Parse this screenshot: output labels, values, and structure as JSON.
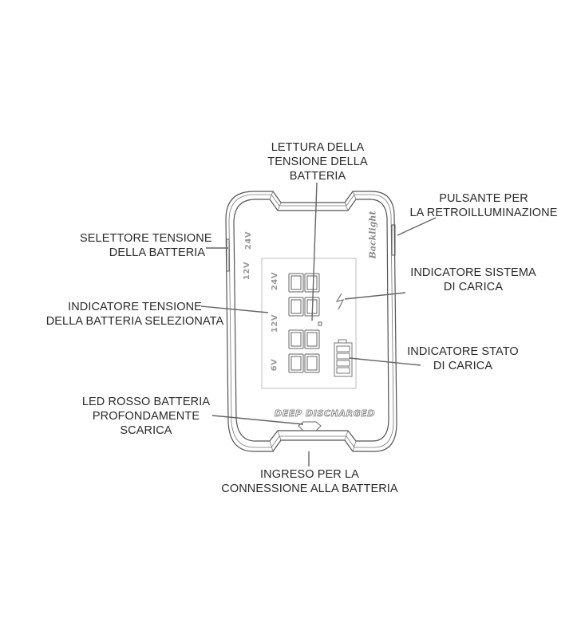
{
  "diagram": {
    "subject": "Battery charger front panel",
    "callouts": {
      "battery_voltage_reading": [
        "LETTURA DELLA",
        "TENSIONE DELLA",
        "BATTERIA"
      ],
      "backlight_button": [
        "PULSANTE PER",
        "LA RETROILLUMINAZIONE"
      ],
      "battery_voltage_selector": [
        "SELETTORE TENSIONE",
        "DELLA BATTERIA"
      ],
      "charging_system_indicator": [
        "INDICATORE SISTEMA",
        "DI CARICA"
      ],
      "selected_voltage_indicator": [
        "INDICATORE TENSIONE",
        "DELLA BATTERIA SELEZIONATA"
      ],
      "charge_state_indicator": [
        "INDICATORE STATO",
        "DI CARICA"
      ],
      "deep_discharge_led": [
        "LED ROSSO BATTERIA",
        "PROFONDAMENTE",
        "SCARICA"
      ],
      "battery_connection_input": [
        "INGRESO PER LA",
        "CONNESSIONE ALLA BATTERIA"
      ]
    },
    "device_markings": {
      "selector_labels": [
        "24V",
        "12V"
      ],
      "display_voltage_labels": [
        "24V",
        "12V",
        "6V"
      ],
      "backlight_logo": "Backlight",
      "deep_discharge_label": "DEEP DISCHARGED"
    },
    "colors": {
      "text": "#2a2a2a",
      "outline": "#555555",
      "leader_line": "#666666",
      "display_frame": "#c8c8c8"
    }
  }
}
